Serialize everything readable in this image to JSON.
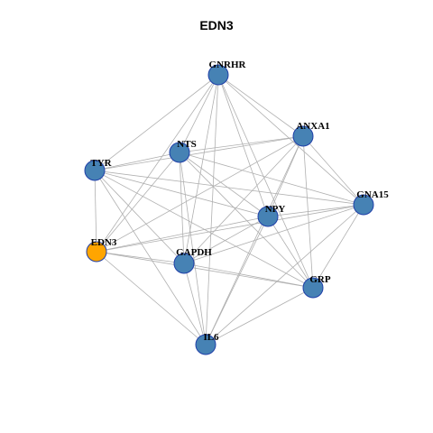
{
  "title": "EDN3",
  "colors": {
    "node_default": "#4682b4",
    "node_highlight": "#ffa500",
    "node_border": "#1f3fa8",
    "edge": "#b0b0b0"
  },
  "nodes": [
    {
      "id": "GNRHR",
      "label": "GNRHR",
      "highlight": false
    },
    {
      "id": "ANXA1",
      "label": "ANXA1",
      "highlight": false
    },
    {
      "id": "NTS",
      "label": "NTS",
      "highlight": false
    },
    {
      "id": "TYR",
      "label": "TYR",
      "highlight": false
    },
    {
      "id": "GNA15",
      "label": "GNA15",
      "highlight": false
    },
    {
      "id": "NPY",
      "label": "NPY",
      "highlight": false
    },
    {
      "id": "EDN3",
      "label": "EDN3",
      "highlight": true
    },
    {
      "id": "GAPDH",
      "label": "GAPDH",
      "highlight": false
    },
    {
      "id": "GRP",
      "label": "GRP",
      "highlight": false
    },
    {
      "id": "IL6",
      "label": "IL6",
      "highlight": false
    }
  ],
  "edges": [
    [
      "GNRHR",
      "TYR"
    ],
    [
      "GNRHR",
      "NTS"
    ],
    [
      "GNRHR",
      "ANXA1"
    ],
    [
      "GNRHR",
      "NPY"
    ],
    [
      "GNRHR",
      "GNA15"
    ],
    [
      "GNRHR",
      "GRP"
    ],
    [
      "GNRHR",
      "EDN3"
    ],
    [
      "GNRHR",
      "GAPDH"
    ],
    [
      "GNRHR",
      "IL6"
    ],
    [
      "ANXA1",
      "NTS"
    ],
    [
      "ANXA1",
      "TYR"
    ],
    [
      "ANXA1",
      "NPY"
    ],
    [
      "ANXA1",
      "GNA15"
    ],
    [
      "ANXA1",
      "GRP"
    ],
    [
      "ANXA1",
      "EDN3"
    ],
    [
      "ANXA1",
      "GAPDH"
    ],
    [
      "ANXA1",
      "IL6"
    ],
    [
      "NTS",
      "TYR"
    ],
    [
      "NTS",
      "NPY"
    ],
    [
      "NTS",
      "GNA15"
    ],
    [
      "NTS",
      "GRP"
    ],
    [
      "NTS",
      "EDN3"
    ],
    [
      "NTS",
      "GAPDH"
    ],
    [
      "NTS",
      "IL6"
    ],
    [
      "TYR",
      "NPY"
    ],
    [
      "TYR",
      "GNA15"
    ],
    [
      "TYR",
      "GRP"
    ],
    [
      "TYR",
      "EDN3"
    ],
    [
      "TYR",
      "GAPDH"
    ],
    [
      "TYR",
      "IL6"
    ],
    [
      "GNA15",
      "NPY"
    ],
    [
      "GNA15",
      "EDN3"
    ],
    [
      "GNA15",
      "GAPDH"
    ],
    [
      "GNA15",
      "GRP"
    ],
    [
      "GNA15",
      "IL6"
    ],
    [
      "NPY",
      "EDN3"
    ],
    [
      "NPY",
      "GAPDH"
    ],
    [
      "NPY",
      "GRP"
    ],
    [
      "NPY",
      "IL6"
    ],
    [
      "EDN3",
      "GAPDH"
    ],
    [
      "EDN3",
      "GRP"
    ],
    [
      "EDN3",
      "IL6"
    ],
    [
      "GAPDH",
      "GRP"
    ],
    [
      "GAPDH",
      "IL6"
    ],
    [
      "GRP",
      "IL6"
    ]
  ]
}
